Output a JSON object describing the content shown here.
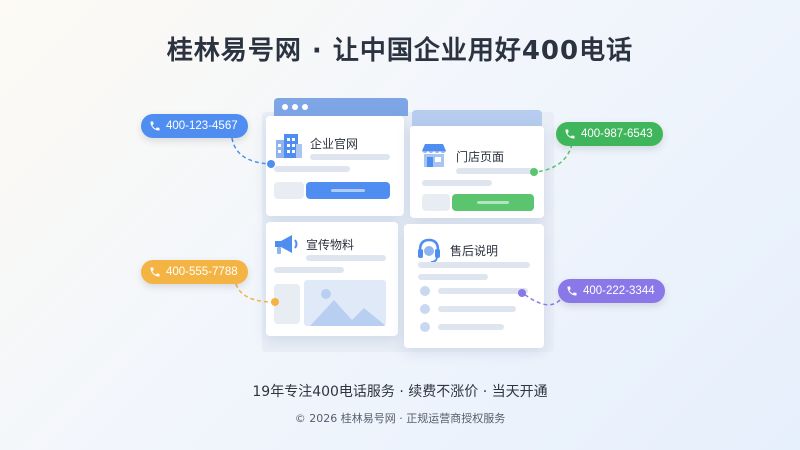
{
  "header": {
    "title": "桂林易号网 · 让中国企业用好400电话"
  },
  "cards": {
    "website": {
      "label": "企业官网",
      "icon": "building-icon"
    },
    "store": {
      "label": "门店页面",
      "icon": "storefront-icon"
    },
    "promo": {
      "label": "宣传物料",
      "icon": "megaphone-icon"
    },
    "aftersales": {
      "label": "售后说明",
      "icon": "headset-icon"
    }
  },
  "phones": {
    "top_left": {
      "number": "400-123-4567",
      "color": "#4f8ef0"
    },
    "top_right": {
      "number": "400-987-6543",
      "color": "#3fb65c"
    },
    "bottom_left": {
      "number": "400-555-7788",
      "color": "#f3b444"
    },
    "bottom_right": {
      "number": "400-222-3344",
      "color": "#8a78e8"
    }
  },
  "footer": {
    "tagline": "19年专注400电话服务 · 续费不涨价 · 当天开通",
    "copyright": "© 2026 桂林易号网 · 正规运营商授权服务"
  },
  "colors": {
    "accent_blue": "#4f8ef0",
    "accent_green": "#5ac46f",
    "window_bar": "#7ea6e6"
  }
}
